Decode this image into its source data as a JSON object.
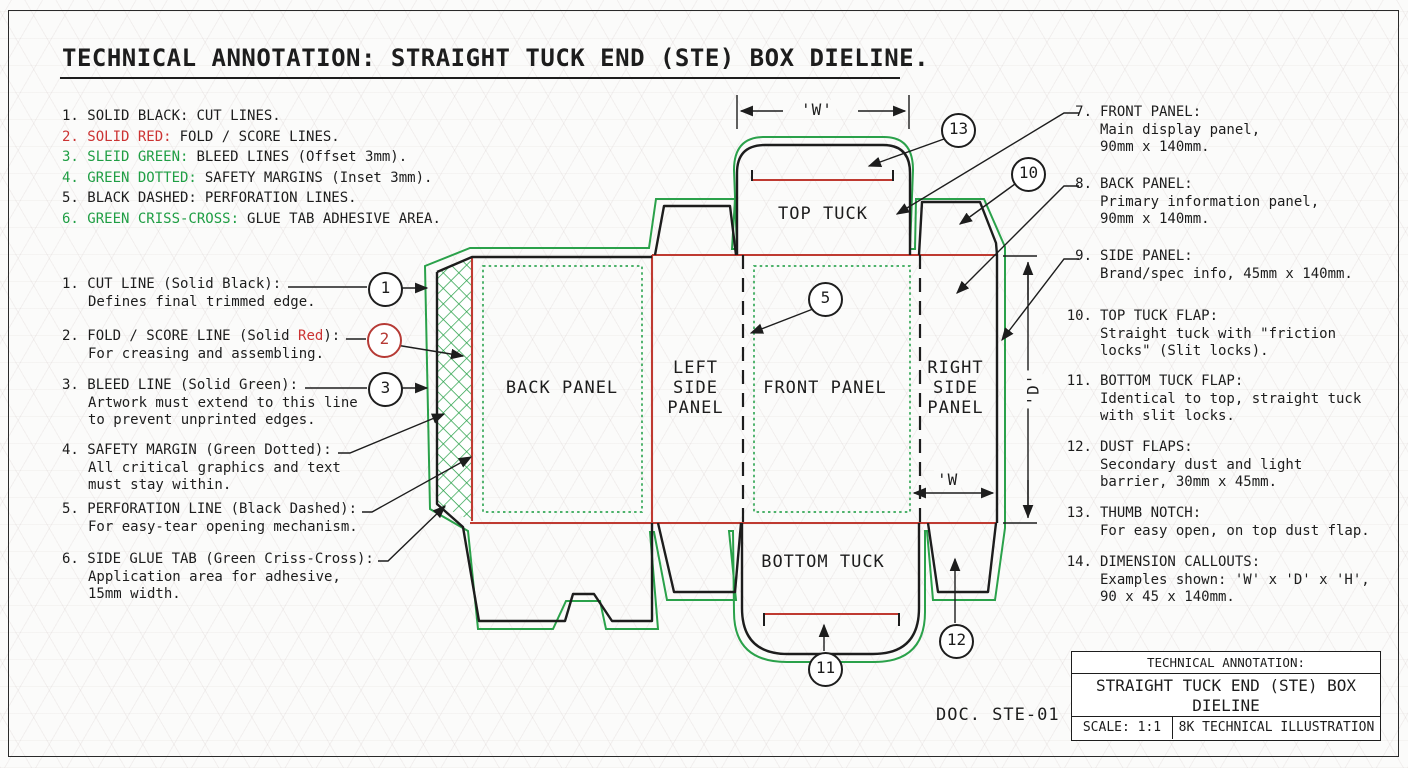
{
  "page": {
    "title": "TECHNICAL ANNOTATION: STRAIGHT TUCK END (STE) BOX DIELINE.",
    "doc_ref": "DOC. STE-01"
  },
  "colors": {
    "cut_black": "#1d1d1d",
    "fold_red": "#bf3a31",
    "bleed_green": "#2aa14a",
    "safety_green_dotted": "#35a857",
    "text_red": "#cc3333",
    "text_green": "#1f9e44",
    "callout_red": "#b63a35"
  },
  "legend": {
    "items": [
      {
        "label": "1. SOLID BLACK:",
        "color": "#1d1d1d",
        "text": "CUT LINES."
      },
      {
        "label": "2. SOLID RED:",
        "color": "#cc3333",
        "text": "FOLD / SCORE LINES."
      },
      {
        "label": "3. SLEID GREEN:",
        "color": "#1f9e44",
        "text": "BLEED LINES (Offset 3mm)."
      },
      {
        "label": "4. GREEN DOTTED:",
        "color": "#1f9e44",
        "text": "SAFETY MARGINS (Inset 3mm)."
      },
      {
        "label": "5. BLACK DASHED:",
        "color": "#1d1d1d",
        "text": "PERFORATION LINES."
      },
      {
        "label": "6. GREEN CRISS-CROSS:",
        "color": "#1f9e44",
        "text": "GLUE TAB ADHESIVE AREA."
      }
    ]
  },
  "left_annotations": {
    "items": [
      {
        "title_pre": "1. CUT LINE (Solid Black):",
        "title_red": "",
        "title_post": "",
        "desc": "Defines final trimmed edge.",
        "callout": "1"
      },
      {
        "title_pre": "2. FOLD / SCORE LINE (Solid ",
        "title_red": "Red",
        "title_post": "):",
        "desc": "For creasing and assembling.",
        "callout": "2"
      },
      {
        "title_pre": "3. BLEED LINE (Solid Green):",
        "title_red": "",
        "title_post": "",
        "desc": "Artwork must extend to this line\nto prevent unprinted edges.",
        "callout": "3"
      },
      {
        "title_pre": "4. SAFETY MARGIN (Green Dotted):",
        "title_red": "",
        "title_post": "",
        "desc": "All critical graphics and text\nmust stay within.",
        "callout": ""
      },
      {
        "title_pre": "5. PERFORATION LINE (Black Dashed):",
        "title_red": "",
        "title_post": "",
        "desc": "For easy-tear opening mechanism.",
        "callout": ""
      },
      {
        "title_pre": "6. SIDE GLUE TAB (Green Criss-Cross):",
        "title_red": "",
        "title_post": "",
        "desc": "Application area for adhesive,\n15mm width.",
        "callout": ""
      }
    ]
  },
  "right_annotations": {
    "items": [
      {
        "num": "7.",
        "title": "FRONT PANEL:",
        "desc": "Main display panel,\n90mm x 140mm."
      },
      {
        "num": "8.",
        "title": "BACK PANEL:",
        "desc": "Primary information panel,\n90mm x 140mm."
      },
      {
        "num": "9.",
        "title": "SIDE PANEL:",
        "desc": "Brand/spec info, 45mm x 140mm."
      },
      {
        "num": "10.",
        "title": "TOP TUCK FLAP:",
        "desc": "Straight tuck with \"friction\nlocks\" (Slit locks)."
      },
      {
        "num": "11.",
        "title": "BOTTOM TUCK FLAP:",
        "desc": "Identical to top, straight tuck\nwith slit locks."
      },
      {
        "num": "12.",
        "title": "DUST FLAPS:",
        "desc": "Secondary dust and light\nbarrier, 30mm x 45mm."
      },
      {
        "num": "13.",
        "title": "THUMB NOTCH:",
        "desc": "For easy open, on top dust flap."
      },
      {
        "num": "14.",
        "title": "DIMENSION CALLOUTS:",
        "desc": "Examples shown: 'W' x 'D' x 'H',\n90 x 45 x 140mm."
      }
    ]
  },
  "panels": {
    "back": "BACK PANEL",
    "left_side": "LEFT\nSIDE\nPANEL",
    "front": "FRONT PANEL",
    "right_side": "RIGHT\nSIDE\nPANEL",
    "top_tuck": "TOP TUCK",
    "bottom_tuck": "BOTTOM TUCK"
  },
  "dimensions": {
    "width_top": "'W'",
    "depth": "'D'",
    "width_right": "'W"
  },
  "callouts": {
    "c1": "1",
    "c2": "2",
    "c3": "3",
    "c5": "5",
    "c10": "10",
    "c11": "11",
    "c12": "12",
    "c13": "13"
  },
  "title_block": {
    "header": "TECHNICAL ANNOTATION:",
    "title": "STRAIGHT TUCK END (STE) BOX\nDIELINE",
    "scale": "SCALE: 1:1",
    "note": "8K TECHNICAL ILLUSTRATION"
  }
}
